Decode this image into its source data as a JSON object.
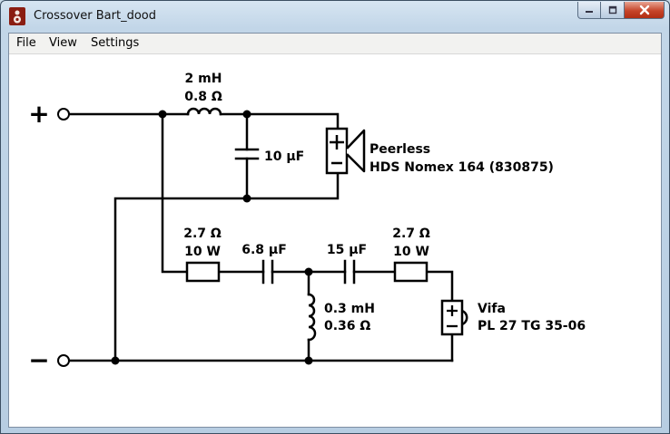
{
  "window": {
    "title": "Crossover Bart_dood"
  },
  "menu": {
    "items": [
      "File",
      "View",
      "Settings"
    ]
  },
  "terminals": {
    "plus": "+",
    "minus": "−"
  },
  "components": {
    "inductor_l1": {
      "inductance": "2 mH",
      "resistance": "0.8 Ω"
    },
    "capacitor_c1": {
      "value": "10 μF"
    },
    "woofer": {
      "brand": "Peerless",
      "model": "HDS Nomex 164 (830875)"
    },
    "resistor_r1": {
      "value": "2.7 Ω",
      "power": "10 W"
    },
    "capacitor_c2": {
      "value": "6.8 μF"
    },
    "capacitor_c3": {
      "value": "15 μF"
    },
    "resistor_r2": {
      "value": "2.7 Ω",
      "power": "10 W"
    },
    "inductor_l2": {
      "inductance": "0.3 mH",
      "resistance": "0.36 Ω"
    },
    "tweeter": {
      "brand": "Vifa",
      "model": "PL 27 TG 35-06"
    }
  },
  "icons": {
    "app": "speaker-icon",
    "minimize": "minimize-icon",
    "maximize": "maximize-icon",
    "close": "close-icon"
  }
}
